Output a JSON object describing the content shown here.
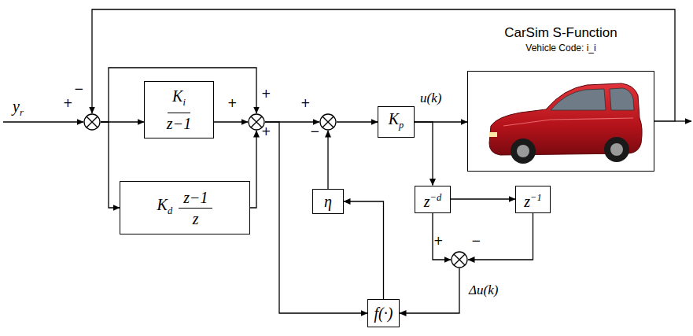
{
  "diagram": {
    "nodes": [
      {
        "text": [
          "+",
          "−"
        ]
      },
      {
        "text": [
          "Ki",
          "z−1"
        ]
      },
      {
        "text": [
          "Kd",
          "z−1",
          "z"
        ]
      },
      {
        "text": [
          "+",
          "+",
          "+"
        ]
      },
      {
        "text": [
          "+",
          "−"
        ]
      },
      {
        "text": [
          "Kp"
        ]
      },
      {
        "text": [
          "CarSim S-Function",
          "Vehicle Code: i_i"
        ]
      },
      {
        "text": [
          "η"
        ]
      },
      {
        "text": [
          "z−d"
        ]
      },
      {
        "text": [
          "z−1"
        ]
      },
      {
        "text": [
          "+",
          "−"
        ]
      },
      {
        "text": [
          "f(·)"
        ]
      }
    ],
    "edges": [
      {
        "from": 0,
        "to": 1,
        "arrow": "to"
      },
      {
        "from": 0,
        "to": 2,
        "arrow": "to"
      },
      {
        "from": 0,
        "to": 3,
        "arrow": "to"
      },
      {
        "from": 1,
        "to": 3,
        "arrow": "to"
      },
      {
        "from": 2,
        "to": 3,
        "arrow": "to"
      },
      {
        "from": 3,
        "to": 4,
        "arrow": "to"
      },
      {
        "from": 3,
        "to": 11,
        "arrow": "to"
      },
      {
        "from": 4,
        "to": 5,
        "arrow": "to"
      },
      {
        "from": 5,
        "to": 6,
        "label": "u(k)",
        "arrow": "to"
      },
      {
        "from": 5,
        "to": 8,
        "arrow": "to"
      },
      {
        "from": 8,
        "to": 9,
        "arrow": "to"
      },
      {
        "from": 8,
        "to": 10,
        "arrow": "to"
      },
      {
        "from": 9,
        "to": 10,
        "arrow": "to"
      },
      {
        "from": 10,
        "to": 11,
        "label": "Δu(k)",
        "arrow": "to"
      },
      {
        "from": 11,
        "to": 7,
        "arrow": "to"
      },
      {
        "from": 7,
        "to": 4,
        "arrow": "to"
      },
      {
        "from": 6,
        "to": 0,
        "arrow": "to"
      }
    ],
    "labels": [
      "yr"
    ]
  }
}
